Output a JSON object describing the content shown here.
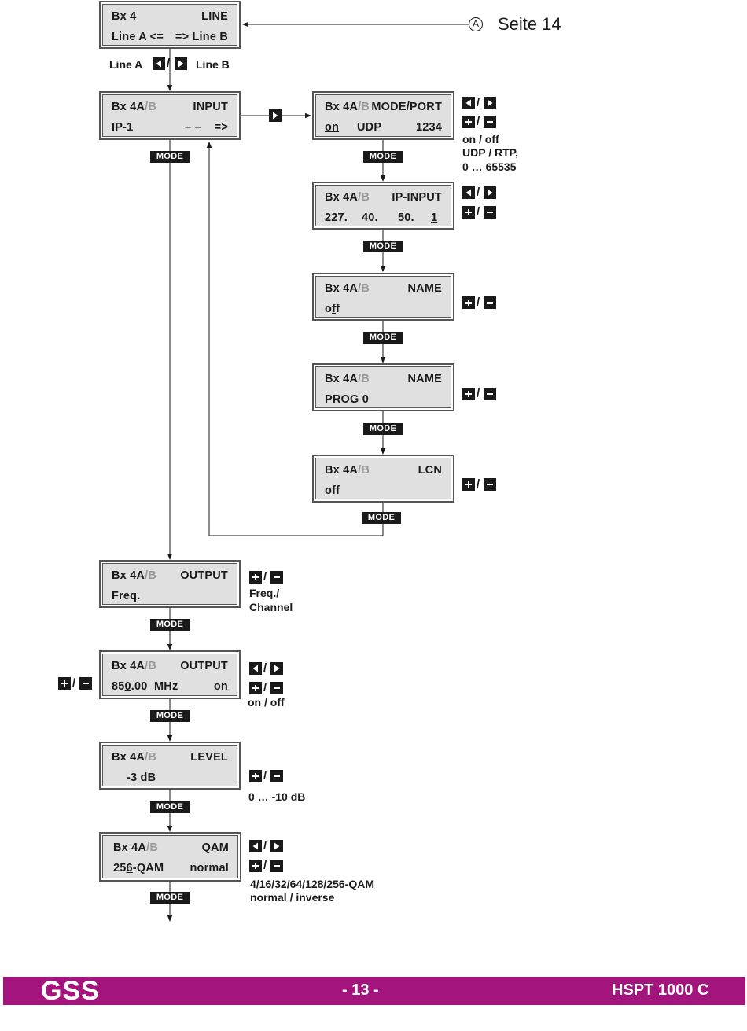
{
  "screens": {
    "line": {
      "tl": "Bx 4",
      "tg": "",
      "tr": "LINE",
      "bl": "Line A <=",
      "br": "=> Line B"
    },
    "input": {
      "tl": "Bx 4A",
      "tg": "/B",
      "tr": "INPUT",
      "bl": "IP-1",
      "br": "– –    =>"
    },
    "modeport": {
      "tl": "Bx 4A",
      "tg": "/B",
      "tr": "MODE/PORT",
      "b_on": "on",
      "b_udp": "UDP",
      "b_port": "1234"
    },
    "ipinput": {
      "tl": "Bx 4A",
      "tg": "/B",
      "tr": "IP-INPUT",
      "b_a": "227.",
      "b_b": "40.",
      "b_c": "50.",
      "b_d": "1"
    },
    "name1": {
      "tl": "Bx 4A",
      "tg": "/B",
      "tr": "NAME",
      "b_pre": "o",
      "b_ul": "f",
      "b_post": "f"
    },
    "name2": {
      "tl": "Bx 4A",
      "tg": "/B",
      "tr": "NAME",
      "bl": "PROG 0"
    },
    "lcn": {
      "tl": "Bx 4A",
      "tg": "/B",
      "tr": "LCN",
      "b_ul": "o",
      "b_post": "ff"
    },
    "output1": {
      "tl": "Bx 4A",
      "tg": "/B",
      "tr": "OUTPUT",
      "bl": "Freq."
    },
    "output2": {
      "tl": "Bx 4A",
      "tg": "/B",
      "tr": "OUTPUT",
      "b_pre": "85",
      "b_ul": "0",
      "b_post": ".00  MHz",
      "br": "on"
    },
    "level": {
      "tl": "Bx 4A",
      "tg": "/B",
      "tr": "LEVEL",
      "b_pre": "-",
      "b_ul": "3",
      "b_post": " dB"
    },
    "qam": {
      "tl": "Bx 4A",
      "tg": "/B",
      "tr": "QAM",
      "b_pre": "25",
      "b_ul": "6",
      "b_post": "-QAM",
      "br": "normal"
    }
  },
  "mode_key": "MODE",
  "slash": "/",
  "plus": "+",
  "line_labels": {
    "a": "Line A",
    "b": "Line B"
  },
  "reference": {
    "circle": "A",
    "text": "Seite 14"
  },
  "notes": {
    "modeport_1": "on / off",
    "modeport_2": "UDP / RTP,",
    "modeport_3": "0 … 65535",
    "output1_1": "Freq./",
    "output1_2": "Channel",
    "output2": "on / off",
    "level": "0 … -10 dB",
    "qam_1": "4/16/32/64/128/256-QAM",
    "qam_2": "normal / inverse"
  },
  "footer": {
    "logo": "GSS",
    "page": "- 13 -",
    "model": "HSPT 1000 C",
    "color": "#a3157d"
  }
}
